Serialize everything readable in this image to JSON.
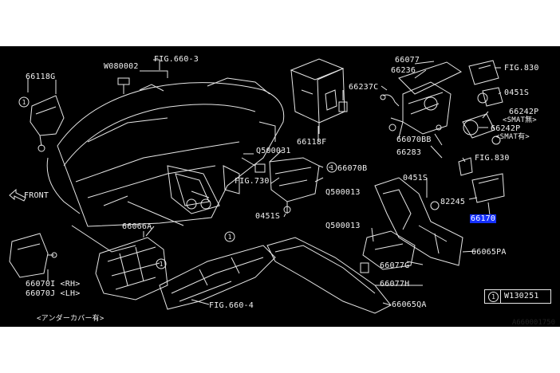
{
  "colors": {
    "background": "#000000",
    "line": "#e6e6e6",
    "highlight": "#1430ff"
  },
  "labels": {
    "p66118g": "66118G",
    "w080002": "W080002",
    "fig660_3": "FIG.660-3",
    "front": "FRONT",
    "p66077": "66077",
    "p66236": "66236",
    "p66237c": "66237C",
    "fig830_top": "FIG.830",
    "p0451s_top": "0451S",
    "p66242p_1": "66242P",
    "smat_none": "<SMAT無>",
    "p66242p_2": "66242P",
    "smat_yes": "<SMAT有>",
    "fig830_mid": "FIG.830",
    "p66070bb": "66070BB",
    "p66283": "66283",
    "p66118f": "66118F",
    "q500031": "Q500031",
    "p66070b": "66070B",
    "fig730": "FIG.730",
    "q500013_top": "Q500013",
    "p0451s_mid": "0451S",
    "p0451s_low": "0451S",
    "p82245": "82245",
    "p66170": "66170",
    "p66066a": "66066A",
    "q500013_low": "Q500013",
    "p66065pa": "66065PA",
    "p66077g": "66077G",
    "p66077h": "66077H",
    "p66070i": "66070I <RH>",
    "p66070j": "66070J <LH>",
    "fig660_4": "FIG.660-4",
    "p66065qa": "66065QA",
    "under_cover": "<アンダーカバー有>",
    "legend_mark": "1",
    "legend_code": "W130251",
    "ref_code": "A660001750"
  },
  "callout_mark": "1"
}
